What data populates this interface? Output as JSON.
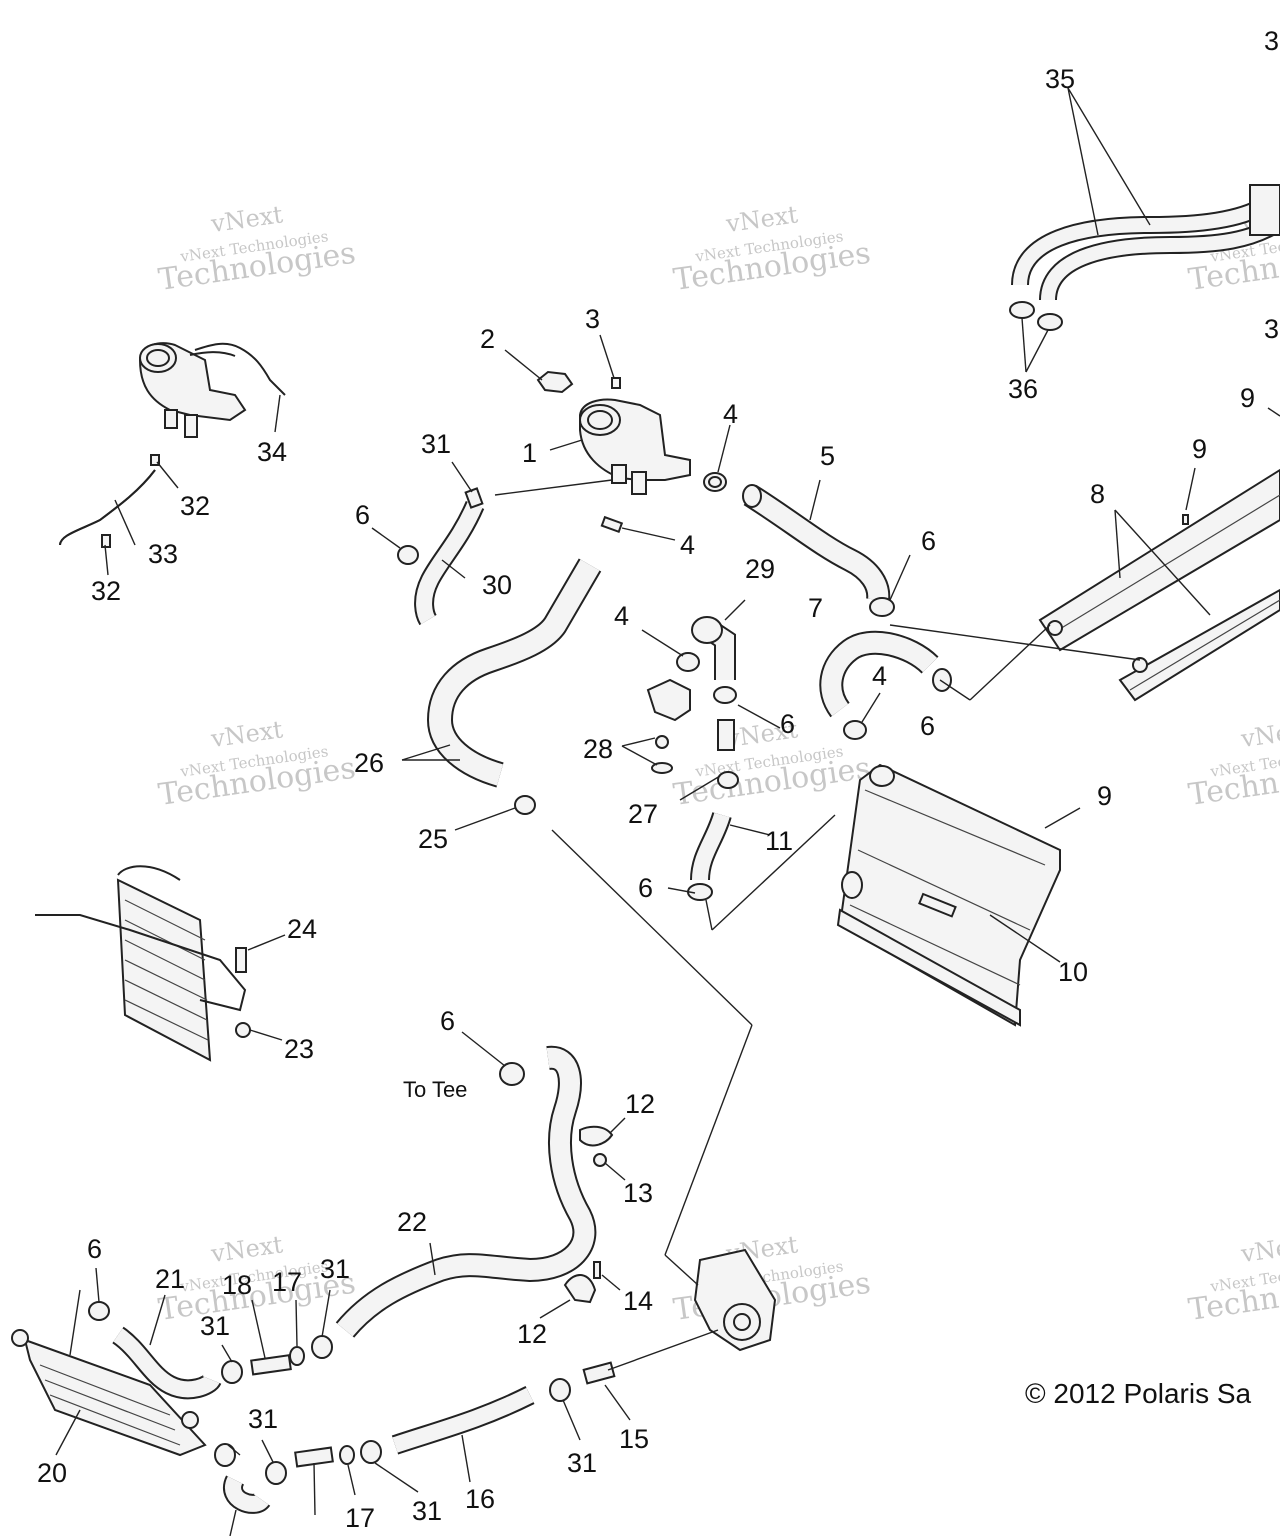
{
  "callouts": [
    {
      "label": "1"
    },
    {
      "label": "2"
    },
    {
      "label": "3"
    },
    {
      "label": "4"
    },
    {
      "label": "4"
    },
    {
      "label": "4"
    },
    {
      "label": "4"
    },
    {
      "label": "5"
    },
    {
      "label": "6"
    },
    {
      "label": "6"
    },
    {
      "label": "6"
    },
    {
      "label": "6"
    },
    {
      "label": "6"
    },
    {
      "label": "6"
    },
    {
      "label": "6"
    },
    {
      "label": "7"
    },
    {
      "label": "8"
    },
    {
      "label": "9"
    },
    {
      "label": "9"
    },
    {
      "label": "9"
    },
    {
      "label": "10"
    },
    {
      "label": "11"
    },
    {
      "label": "12"
    },
    {
      "label": "12"
    },
    {
      "label": "13"
    },
    {
      "label": "14"
    },
    {
      "label": "15"
    },
    {
      "label": "16"
    },
    {
      "label": "17"
    },
    {
      "label": "17"
    },
    {
      "label": "18"
    },
    {
      "label": "20"
    },
    {
      "label": "21"
    },
    {
      "label": "22"
    },
    {
      "label": "23"
    },
    {
      "label": "24"
    },
    {
      "label": "25"
    },
    {
      "label": "26"
    },
    {
      "label": "27"
    },
    {
      "label": "28"
    },
    {
      "label": "29"
    },
    {
      "label": "30"
    },
    {
      "label": "31"
    },
    {
      "label": "31"
    },
    {
      "label": "31"
    },
    {
      "label": "31"
    },
    {
      "label": "31"
    },
    {
      "label": "31"
    },
    {
      "label": "32"
    },
    {
      "label": "32"
    },
    {
      "label": "33"
    },
    {
      "label": "34"
    },
    {
      "label": "35"
    },
    {
      "label": "36"
    },
    {
      "label": "3"
    },
    {
      "label": "3"
    }
  ],
  "notes": {
    "to_tee": "To Tee"
  },
  "copyright": "© 2012 Polaris Sa",
  "watermark": {
    "line1": "vNext",
    "line2": "vNext Technologies",
    "line3": "Technologies"
  }
}
